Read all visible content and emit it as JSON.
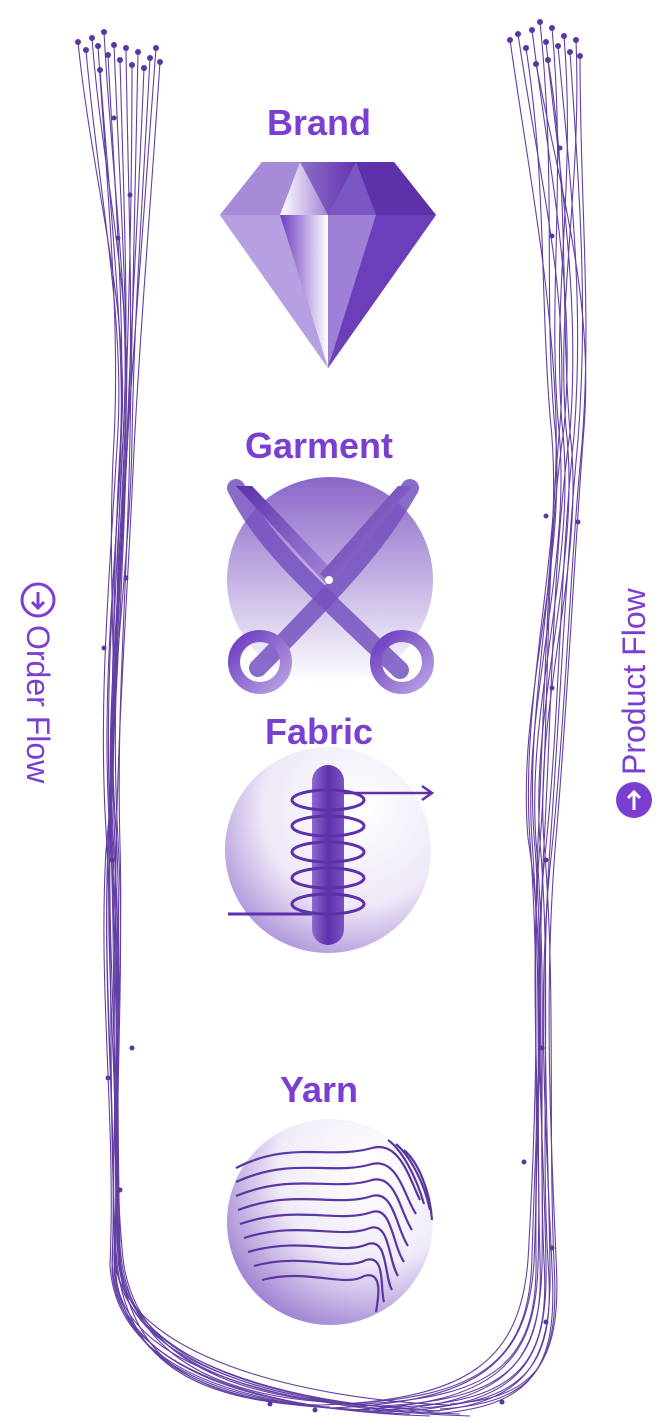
{
  "stages": [
    {
      "label": "Brand",
      "icon": "diamond-icon"
    },
    {
      "label": "Garment",
      "icon": "scissors-icon"
    },
    {
      "label": "Fabric",
      "icon": "thread-spool-icon"
    },
    {
      "label": "Yarn",
      "icon": "yarn-waves-icon"
    }
  ],
  "flows": {
    "order": {
      "label": "Order Flow",
      "icon": "arrow-down-circle-icon",
      "direction": "down"
    },
    "product": {
      "label": "Product Flow",
      "icon": "arrow-up-circle-icon",
      "direction": "up"
    }
  },
  "colors": {
    "primary": "#7a3fd0",
    "dark": "#5a2fa8",
    "light": "#e6dcf5",
    "strand": "#5b35a0"
  }
}
